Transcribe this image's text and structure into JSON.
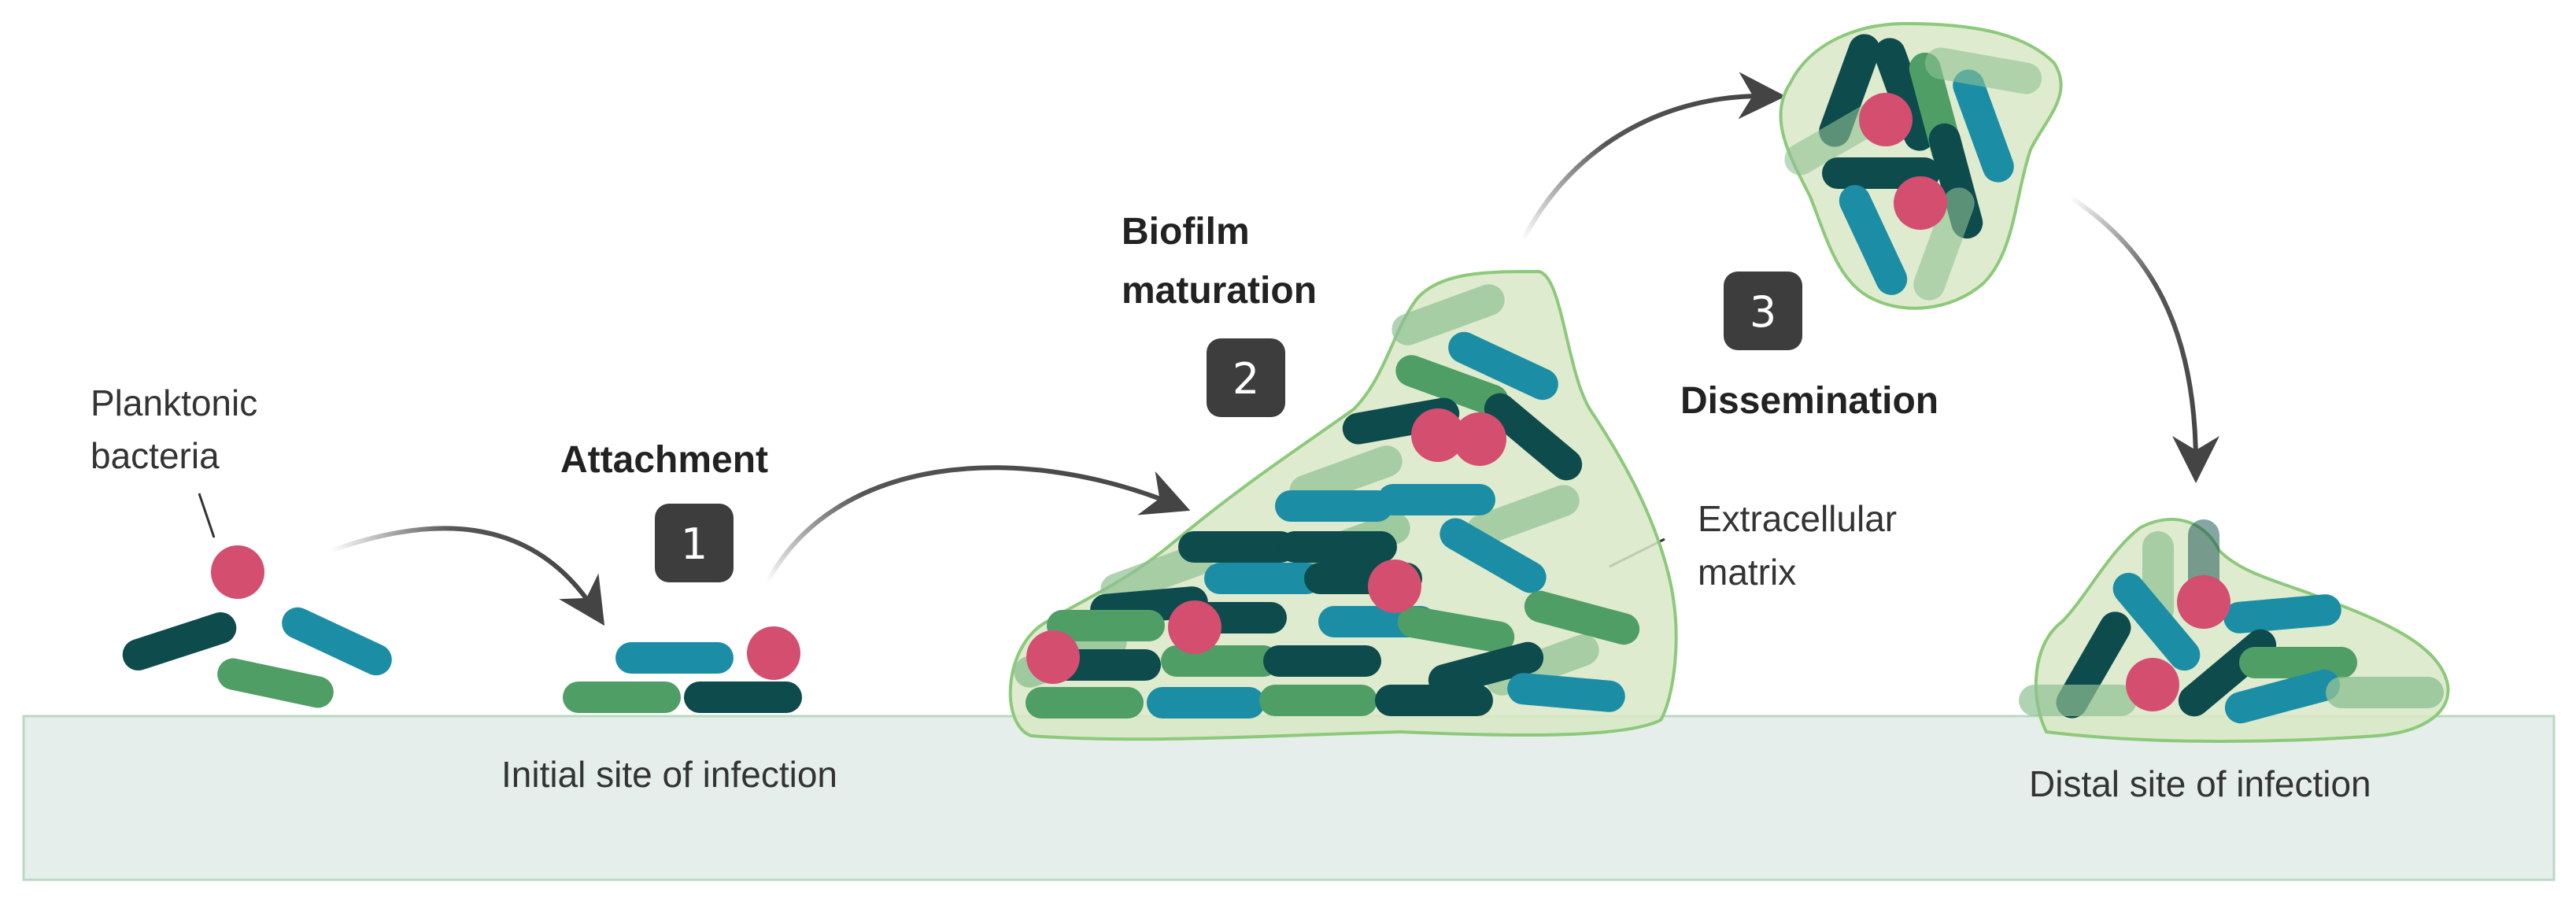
{
  "title": "",
  "colors": {
    "surface": "#e5eeea",
    "surface_edge": "#b9d9c3",
    "matrix_fill": "#d9e8c5",
    "matrix_edge": "#8cc97a",
    "rod_teal": "#1b8ea6",
    "rod_dark": "#0d4b4c",
    "rod_green": "#4f9e66",
    "rod_light_green": "#8fc194",
    "cocci_pink": "#d44e70",
    "badge": "#3d3d3d",
    "arrow": "#444444"
  },
  "labels": {
    "planktonic_line1": "Planktonic",
    "planktonic_line2": "bacteria",
    "attachment": "Attachment",
    "initial_site": "Initial site of infection",
    "biofilm_line1": "Biofilm",
    "biofilm_line2": "maturation",
    "ecm_line1": "Extracellular",
    "ecm_line2": "matrix",
    "dissemination": "Dissemination",
    "distal_site": "Distal site of infection"
  },
  "steps": [
    {
      "number": "1",
      "name": "Attachment"
    },
    {
      "number": "2",
      "name": "Biofilm maturation"
    },
    {
      "number": "3",
      "name": "Dissemination"
    }
  ]
}
